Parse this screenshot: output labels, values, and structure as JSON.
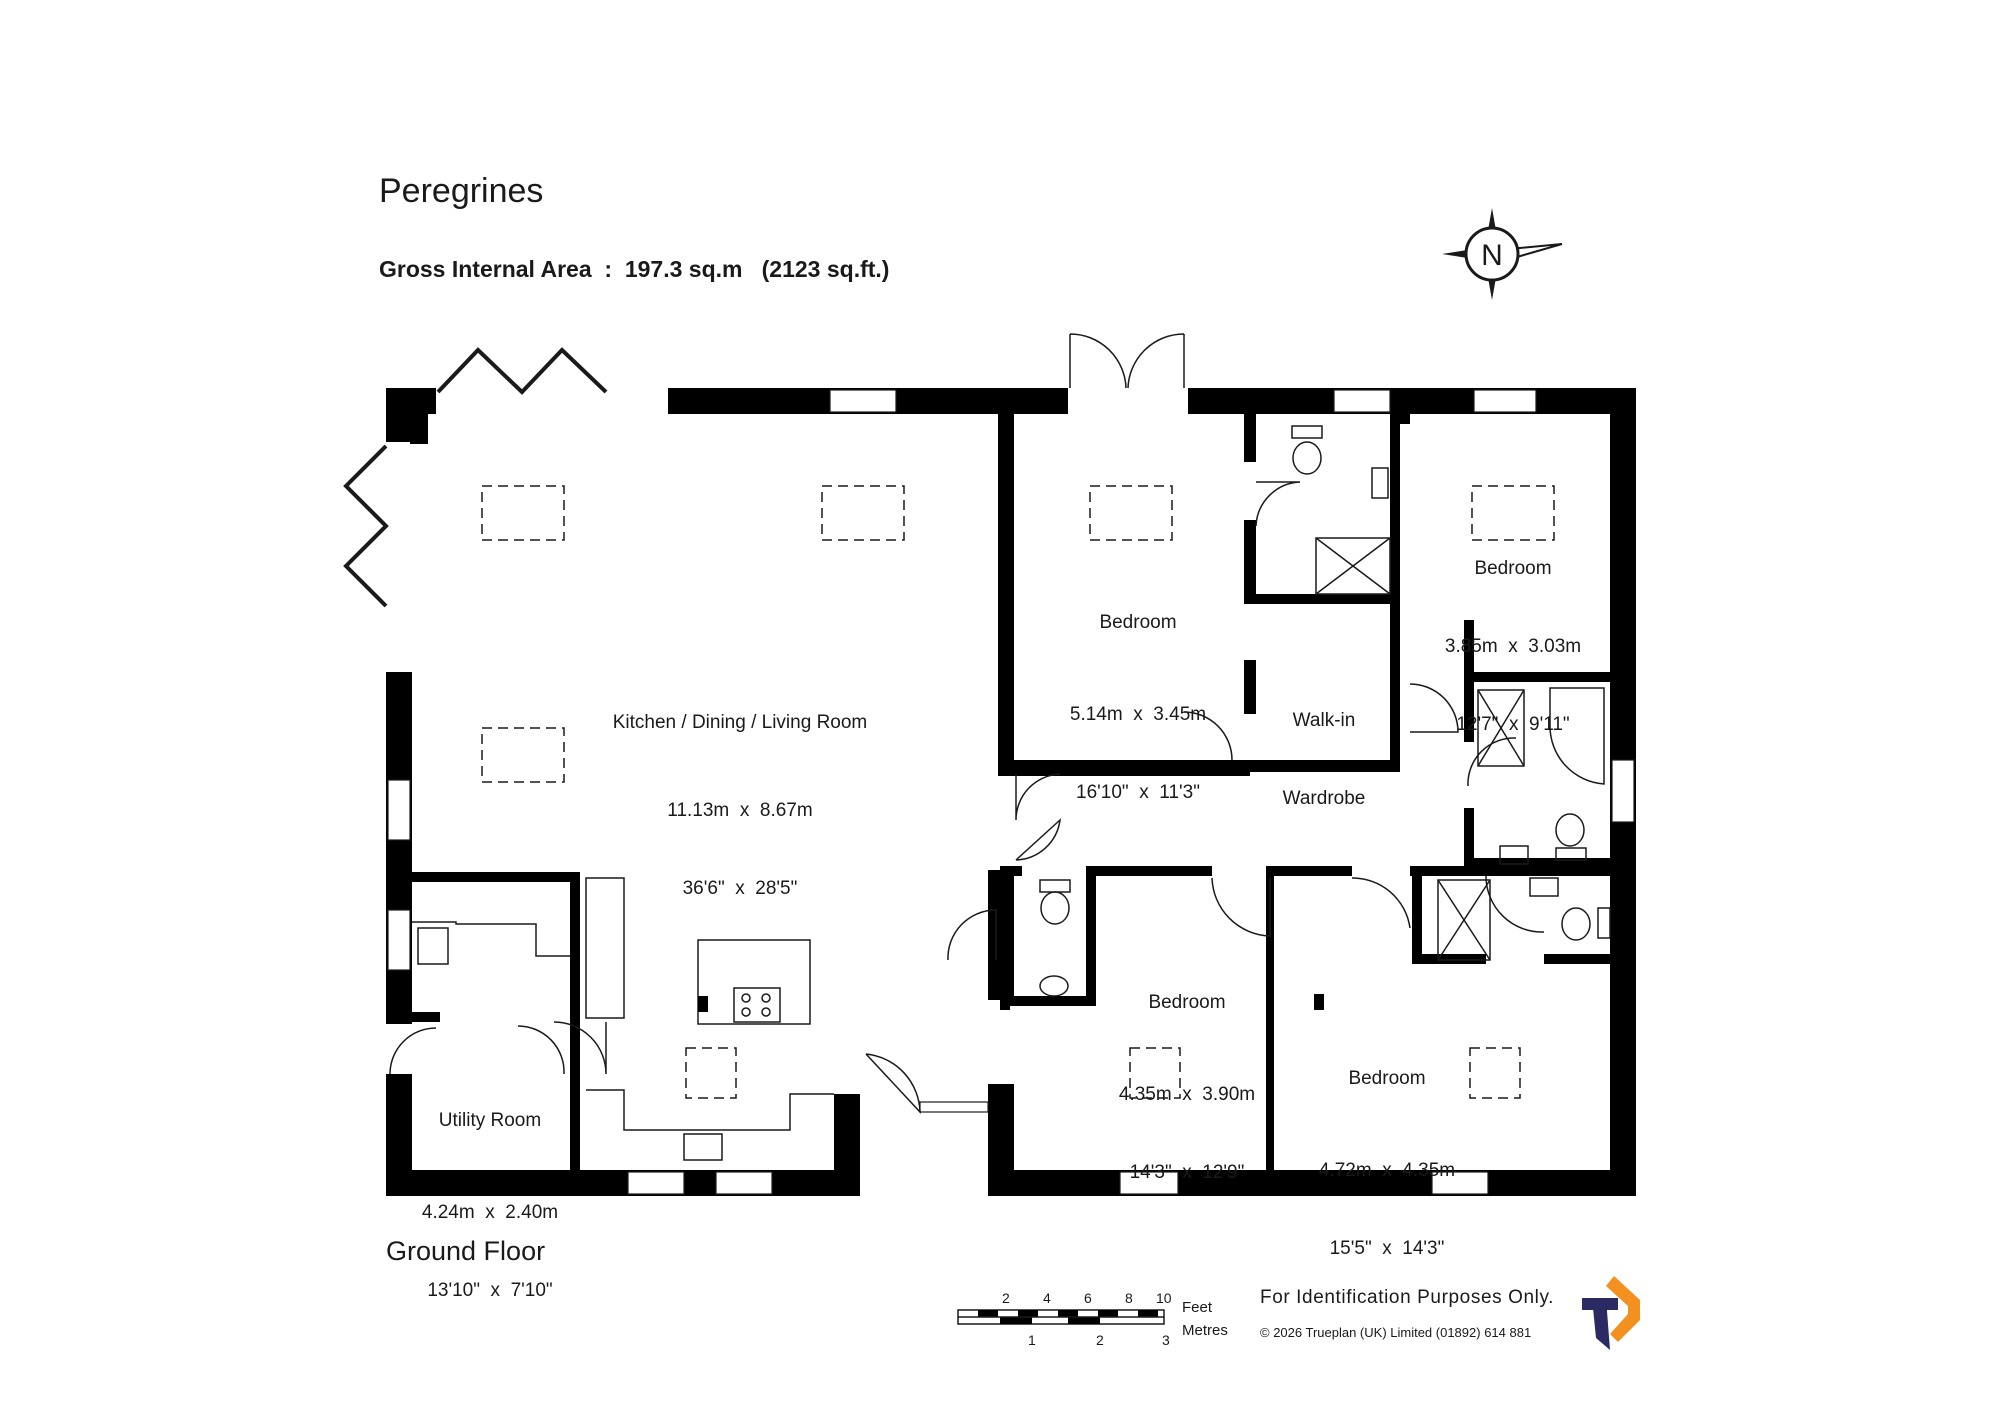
{
  "header": {
    "title": "Peregrines",
    "gross_internal_area": "Gross Internal Area  :  197.3 sq.m   (2123 sq.ft.)"
  },
  "compass": {
    "label": "N"
  },
  "floor_label": "Ground Floor",
  "rooms": {
    "kitchen": {
      "name": "Kitchen / Dining / Living Room",
      "metric": "11.13m  x  8.67m",
      "imperial": "36'6\"  x  28'5\""
    },
    "bedroom_top_middle": {
      "name": "Bedroom",
      "metric": "5.14m  x  3.45m",
      "imperial": "16'10\"  x  11'3\""
    },
    "bedroom_top_right": {
      "name": "Bedroom",
      "metric": "3.85m  x  3.03m",
      "imperial": "12'7\"  x  9'11\""
    },
    "walk_in_wardrobe": {
      "line1": "Walk-in",
      "line2": "Wardrobe"
    },
    "bedroom_bottom_middle": {
      "name": "Bedroom",
      "metric": "4.35m  x  3.90m",
      "imperial": "14'3\"  x  12'9\""
    },
    "bedroom_bottom_right": {
      "name": "Bedroom",
      "metric": "4.72m  x  4.35m",
      "imperial": "15'5\"  x  14'3\""
    },
    "utility": {
      "name": "Utility Room",
      "metric": "4.24m  x  2.40m",
      "imperial": "13'10\"  x  7'10\""
    }
  },
  "scale_bar": {
    "feet_label": "Feet",
    "metres_label": "Metres",
    "feet_ticks": [
      "2",
      "4",
      "6",
      "8",
      "10"
    ],
    "metre_ticks": [
      "1",
      "2",
      "3"
    ]
  },
  "footer": {
    "disclaimer": "For Identification Purposes Only.",
    "copyright": "©  2026 Trueplan (UK) Limited  (01892) 614 881"
  },
  "colors": {
    "wall": "#000000",
    "line": "#1a1a1a",
    "logo_navy": "#2b2a63",
    "logo_orange": "#f39020"
  }
}
